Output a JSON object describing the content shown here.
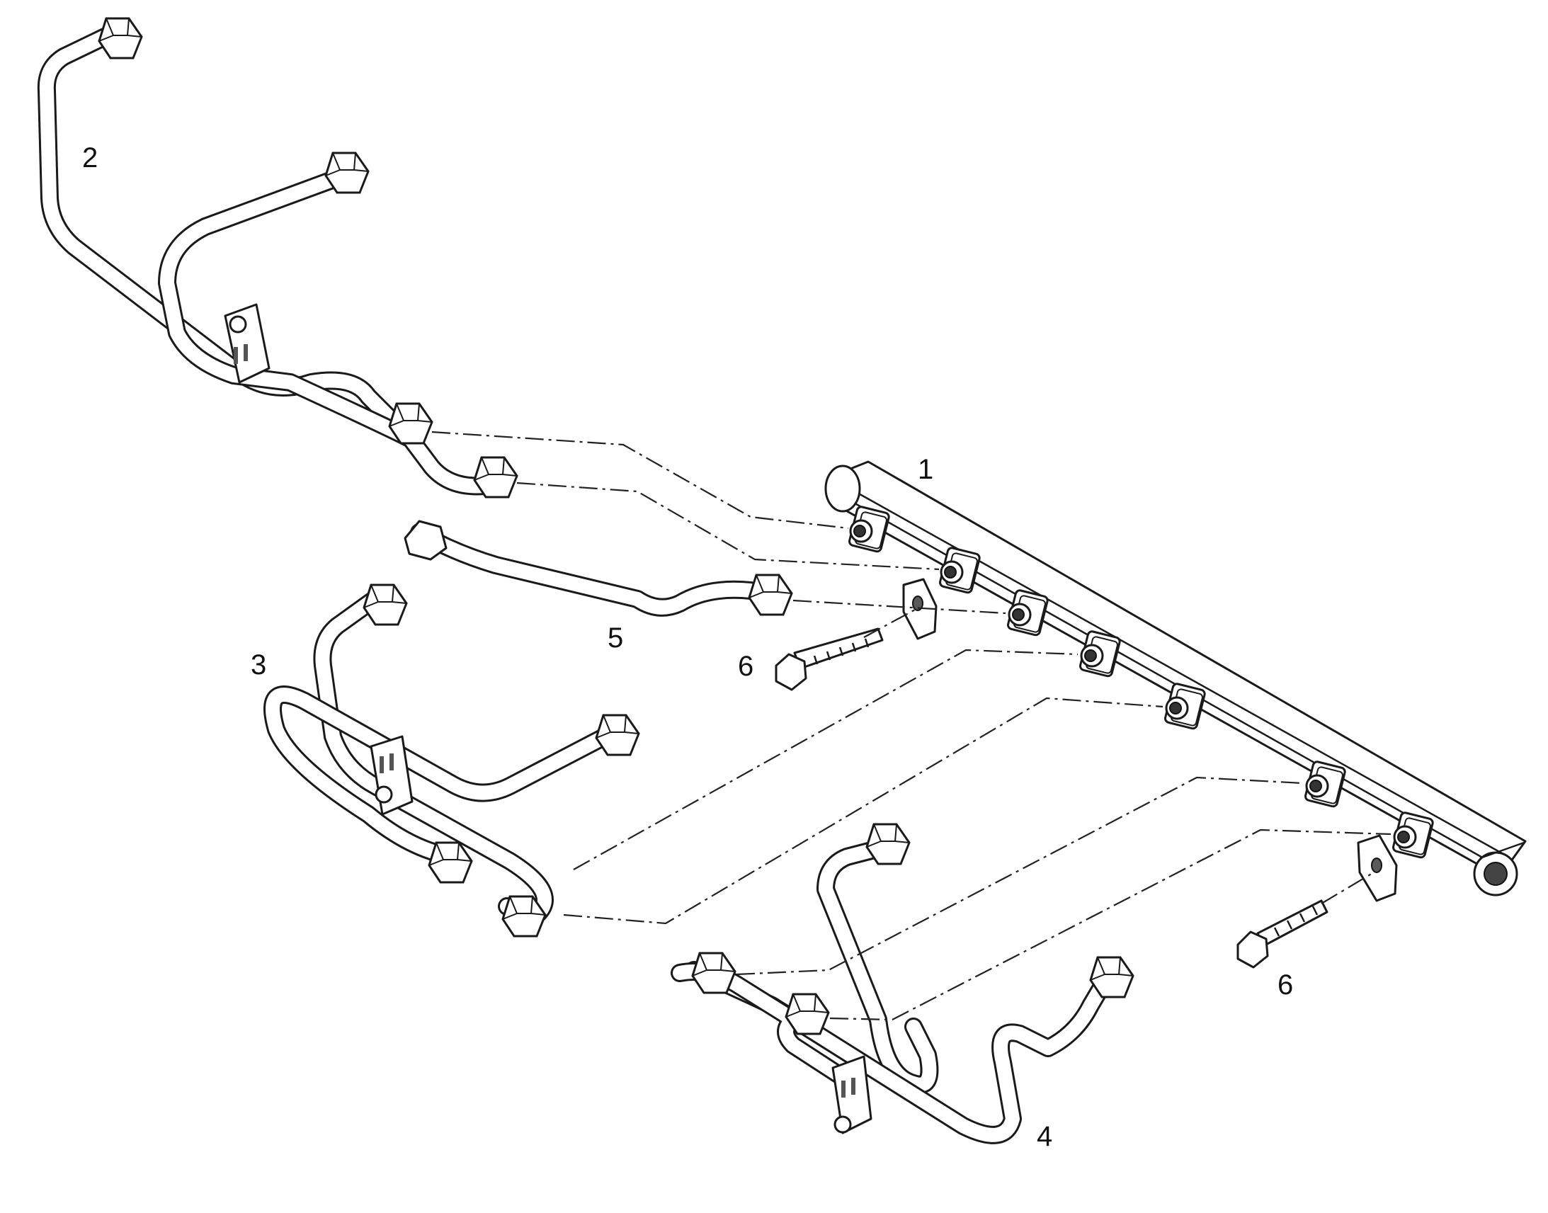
{
  "callouts": [
    {
      "id": "rail",
      "label": "1"
    },
    {
      "id": "pipe_set_a",
      "label": "2"
    },
    {
      "id": "pipe_set_b",
      "label": "3"
    },
    {
      "id": "pipe_set_c",
      "label": "4"
    },
    {
      "id": "single_pipe",
      "label": "5"
    },
    {
      "id": "bolt_left",
      "label": "6"
    },
    {
      "id": "bolt_right",
      "label": "6"
    }
  ]
}
